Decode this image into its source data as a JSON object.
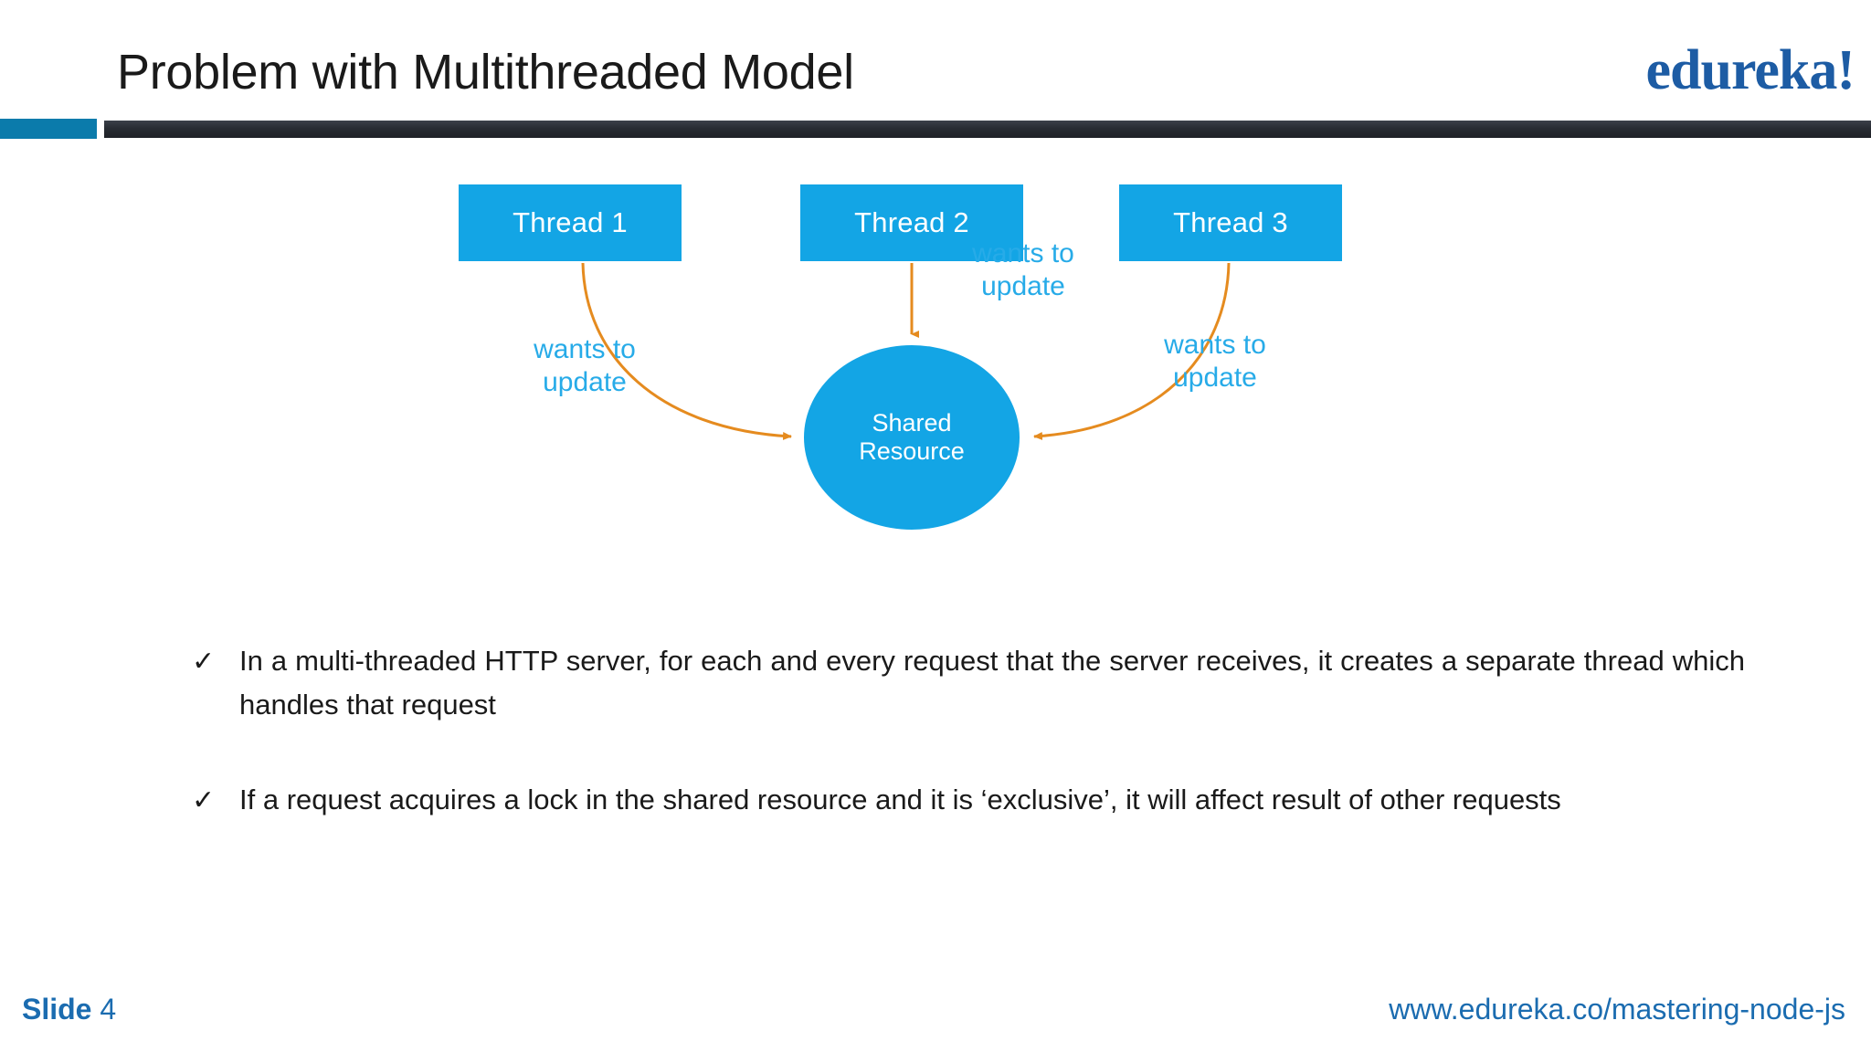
{
  "header": {
    "title": "Problem with Multithreaded Model",
    "logo": "edureka!",
    "accent_color": "#0b7bab",
    "bar_color": "#282c33"
  },
  "diagram": {
    "node_color": "#13A5E5",
    "arrow_color": "#E58B1F",
    "label_color": "#27ABE8",
    "threads": [
      {
        "label": "Thread 1"
      },
      {
        "label": "Thread 2"
      },
      {
        "label": "Thread 3"
      }
    ],
    "shared_resource": {
      "line1": "Shared",
      "line2": "Resource"
    },
    "edge_labels": [
      {
        "line1": "wants to",
        "line2": "update"
      },
      {
        "line1": "wants to",
        "line2": "update"
      },
      {
        "line1": "wants to",
        "line2": "update"
      }
    ]
  },
  "body": {
    "bullet_marker": "✓",
    "bullets": [
      "In a multi-threaded HTTP server, for each and every request that the server receives, it creates a separate thread which handles that request",
      "If a request acquires a lock in the shared resource and it is ‘exclusive’, it will affect result of other requests"
    ]
  },
  "footer": {
    "slide_word": "Slide",
    "slide_number": "4",
    "url": "www.edureka.co/mastering-node-js",
    "text_color": "#1b6cb0"
  }
}
